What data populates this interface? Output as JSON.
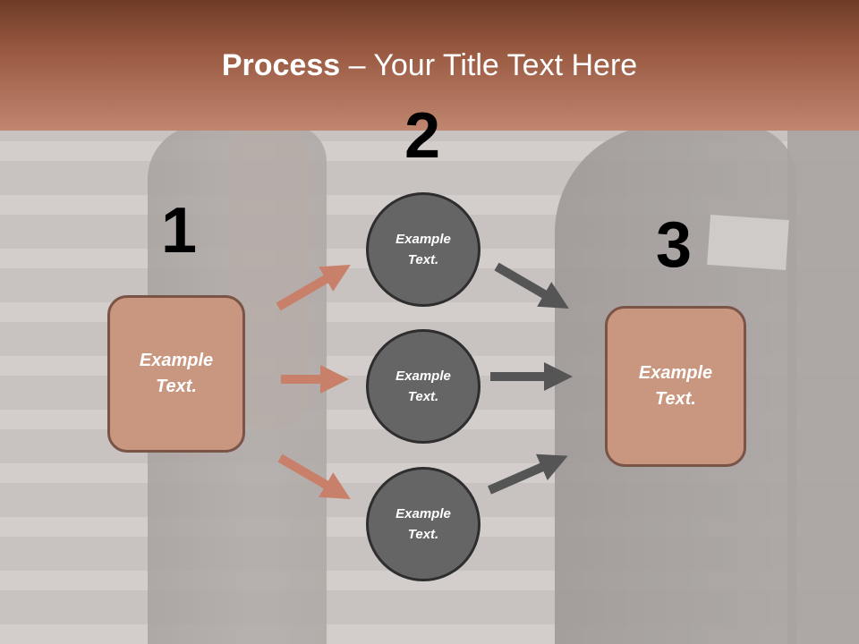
{
  "header": {
    "title_bold": "Process",
    "title_rest": " – Your Title Text Here"
  },
  "steps": {
    "one": {
      "number": "1",
      "label": "Example Text."
    },
    "two": {
      "number": "2"
    },
    "three": {
      "number": "3",
      "label": "Example Text."
    }
  },
  "circles": [
    {
      "label": "Example Text."
    },
    {
      "label": "Example Text."
    },
    {
      "label": "Example Text."
    }
  ],
  "colors": {
    "header_dark": "#6e3b26",
    "header_light": "#c08670",
    "box_fill": "#c9967f",
    "box_border": "#7a5446",
    "circle_fill": "#656565",
    "circle_border": "#2e2e2e",
    "arrow_salmon": "#c9806a",
    "arrow_gray": "#555555"
  }
}
